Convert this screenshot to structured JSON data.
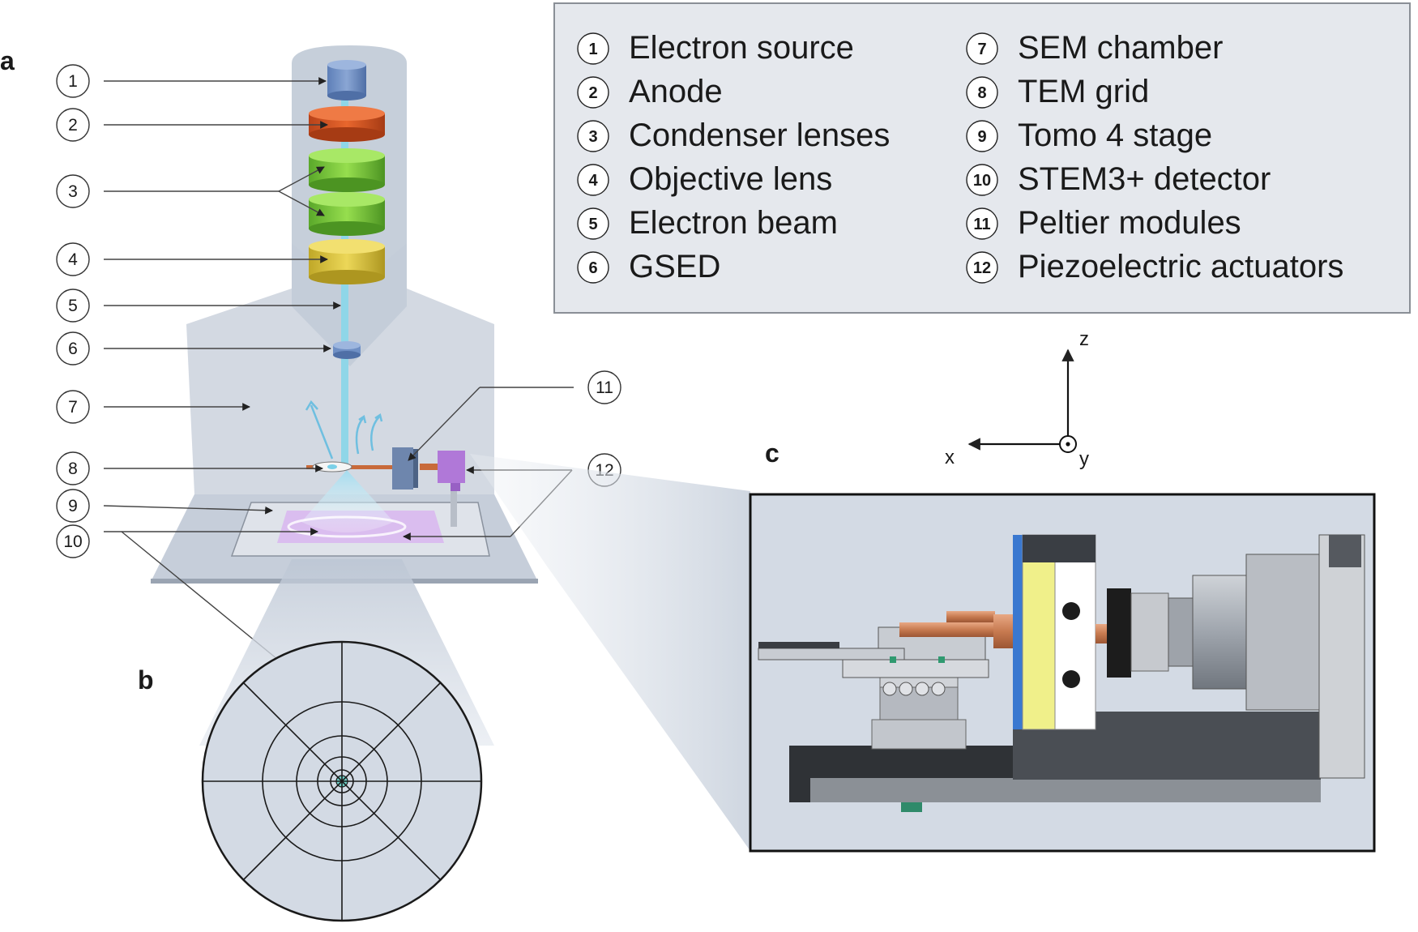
{
  "panels": {
    "a": "a",
    "b": "b",
    "c": "c"
  },
  "legend": {
    "items": [
      {
        "num": "1",
        "label": "Electron source"
      },
      {
        "num": "2",
        "label": "Anode"
      },
      {
        "num": "3",
        "label": "Condenser lenses"
      },
      {
        "num": "4",
        "label": "Objective lens"
      },
      {
        "num": "5",
        "label": "Electron beam"
      },
      {
        "num": "6",
        "label": "GSED"
      },
      {
        "num": "7",
        "label": "SEM chamber"
      },
      {
        "num": "8",
        "label": "TEM grid"
      },
      {
        "num": "9",
        "label": "Tomo 4 stage"
      },
      {
        "num": "10",
        "label": "STEM3+ detector"
      },
      {
        "num": "11",
        "label": "Peltier modules"
      },
      {
        "num": "12",
        "label": "Piezoelectric actuators"
      }
    ]
  },
  "axes": {
    "z": "z",
    "x": "x",
    "y": "y"
  },
  "colors": {
    "column": "#cdd6e2",
    "chamber": "#d3dae4",
    "source": "#6f8fc4",
    "anode": "#d9541e",
    "condenser": "#79c83a",
    "objective": "#d8c23c",
    "beam": "#8fd6e8",
    "detector_ring": "#c6a0e6",
    "legend_bg": "#e5e8ed"
  }
}
